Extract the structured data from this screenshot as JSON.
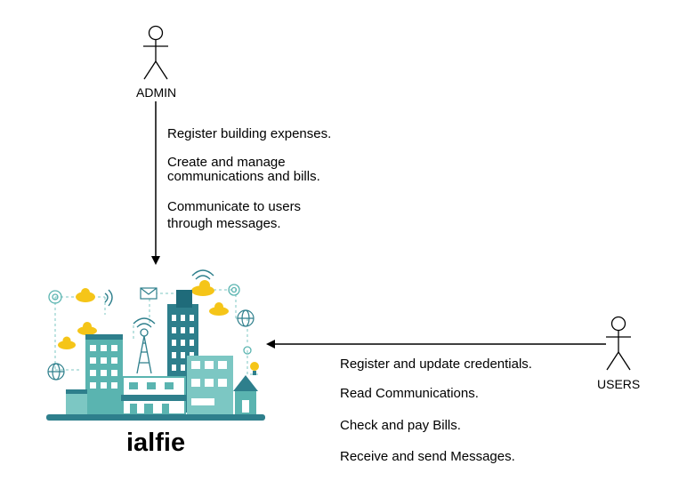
{
  "admin": {
    "label": "ADMIN",
    "notes": [
      "Register building expenses.",
      "Create and manage",
      "communications and bills.",
      "Communicate to users",
      "through messages."
    ]
  },
  "users": {
    "label": "USERS",
    "notes": [
      "Register and update credentials.",
      "Read Communications.",
      "Check and pay Bills.",
      "Receive and send Messages."
    ]
  },
  "brand": {
    "name": "ialfie"
  },
  "colors": {
    "teal": "#5ab4b0",
    "teal_dark": "#2e7f8c",
    "navy": "#1f6b7a",
    "cloud_yellow": "#f5c518",
    "line": "#000000"
  },
  "icons": [
    "admin-actor-icon",
    "users-actor-icon",
    "city-illustration-icon"
  ]
}
